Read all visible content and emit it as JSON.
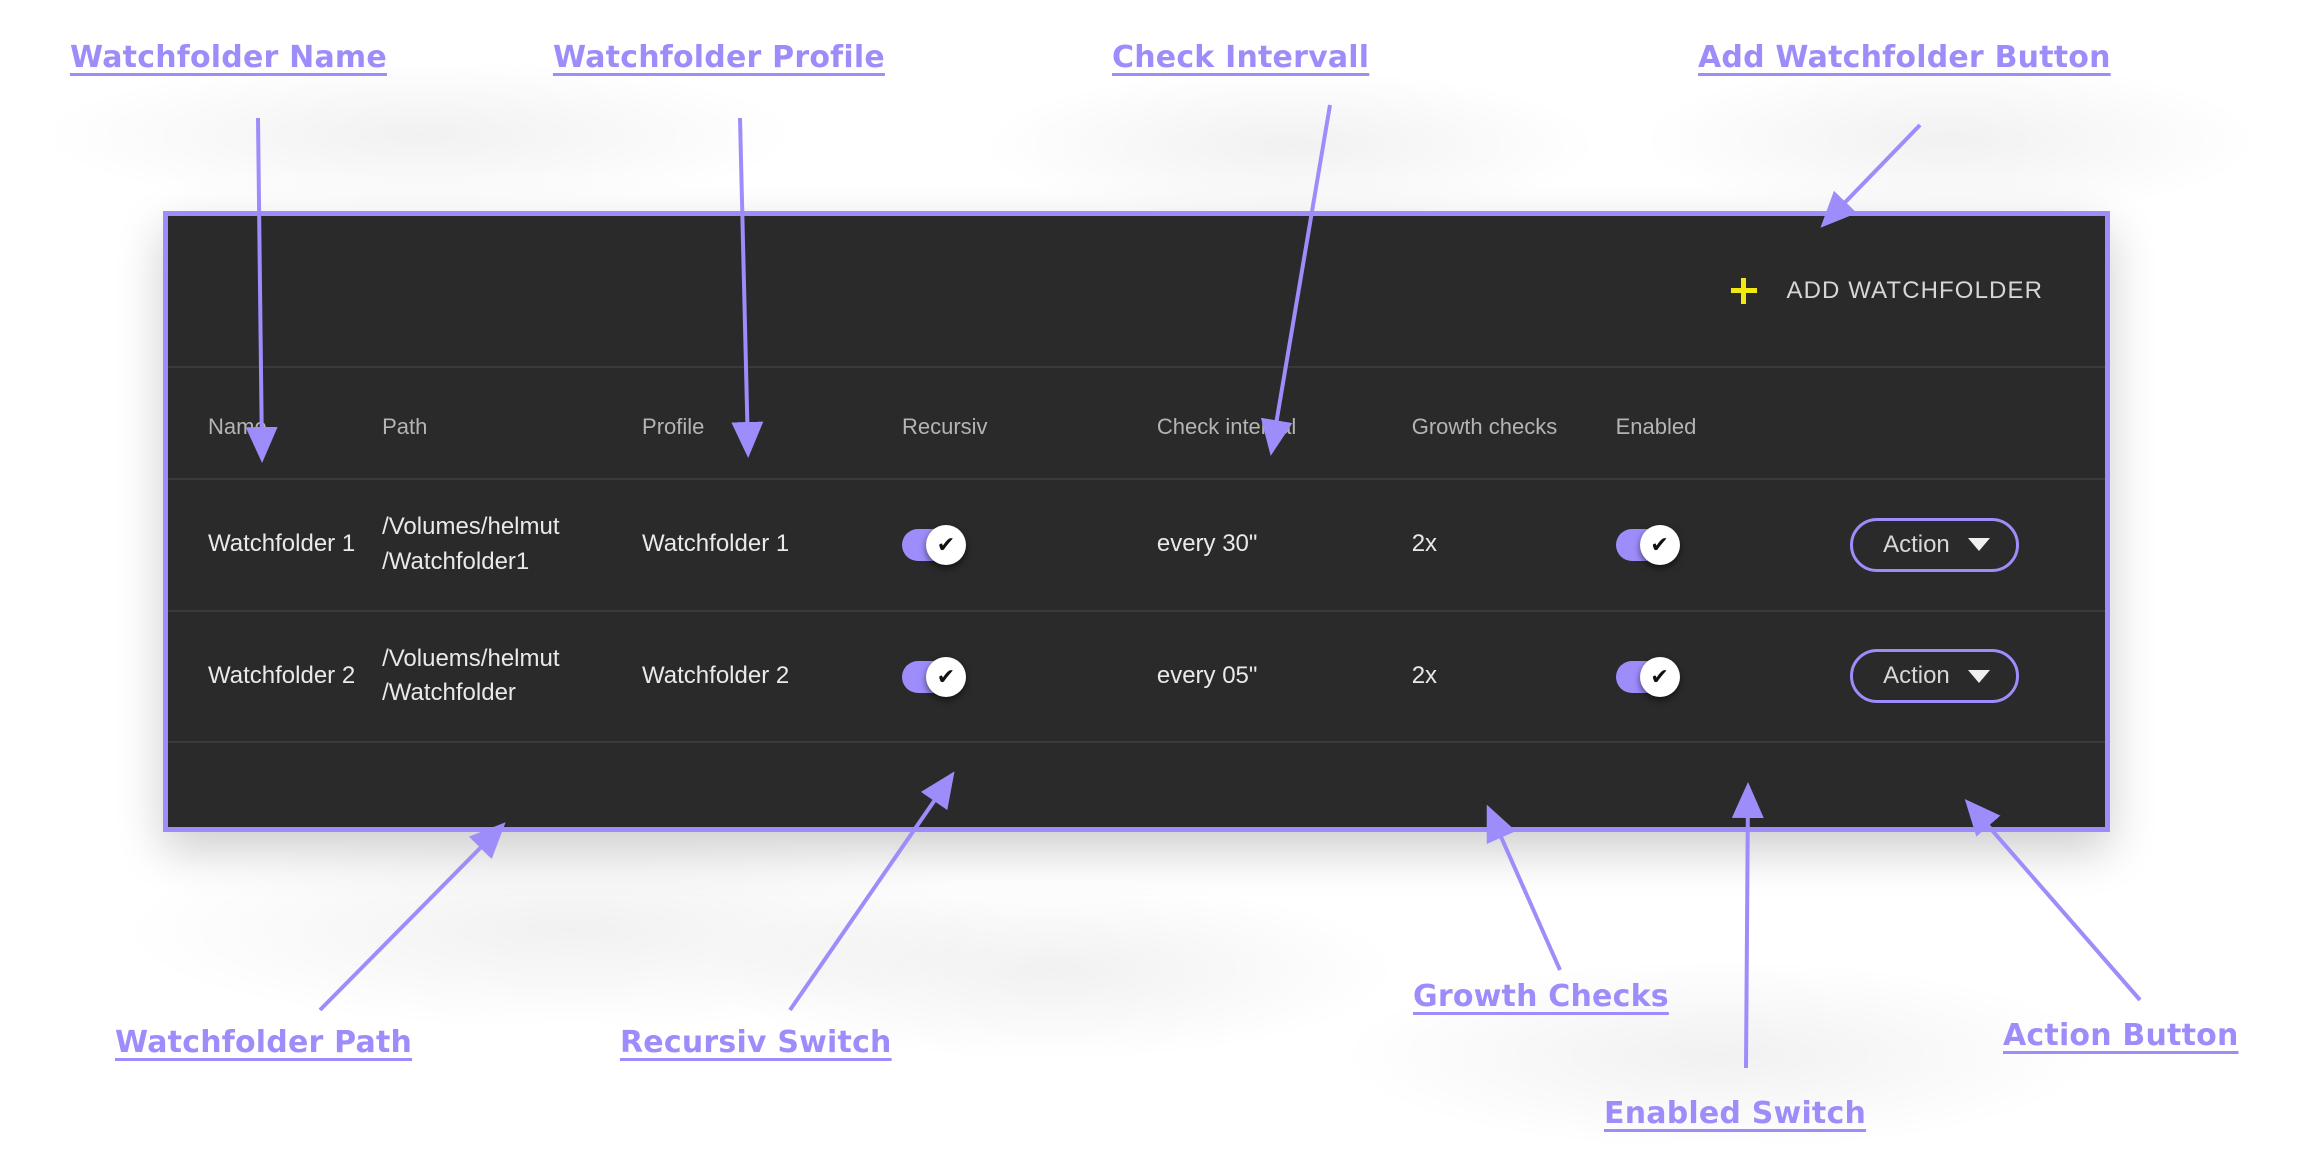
{
  "panel": {
    "toolbar": {
      "add_button_label": "ADD WATCHFOLDER",
      "plus_icon": "plus-icon",
      "plus_color": "#f2e812"
    },
    "table": {
      "headers": [
        "Name",
        "Path",
        "Profile",
        "Recursiv",
        "Check interval",
        "Growth checks",
        "Enabled",
        ""
      ],
      "rows": [
        {
          "name": "Watchfolder 1",
          "path": "/Volumes/helmut\n/Watchfolder1",
          "profile": "Watchfolder 1",
          "recursiv": "on",
          "check_interval": "every 30\"",
          "growth_checks": "2x",
          "enabled": "on",
          "action_label": "Action"
        },
        {
          "name": "Watchfolder 2",
          "path": "/Voluems/helmut\n/Watchfolder",
          "profile": "Watchfolder 2",
          "recursiv": "on",
          "check_interval": "every 05\"",
          "growth_checks": "2x",
          "enabled": "on",
          "action_label": "Action"
        }
      ]
    }
  },
  "annotations": {
    "accent_color": "#9d8dfb",
    "items": [
      {
        "id": "watchfolder-name",
        "label": "Watchfolder Name"
      },
      {
        "id": "watchfolder-profile",
        "label": "Watchfolder Profile"
      },
      {
        "id": "check-intervall",
        "label": "Check Intervall"
      },
      {
        "id": "add-watchfolder-button",
        "label": "Add Watchfolder Button"
      },
      {
        "id": "watchfolder-path",
        "label": "Watchfolder Path"
      },
      {
        "id": "recursiv-switch",
        "label": "Recursiv Switch"
      },
      {
        "id": "growth-checks",
        "label": "Growth Checks"
      },
      {
        "id": "action-button",
        "label": "Action Button"
      },
      {
        "id": "enabled-switch",
        "label": "Enabled Switch"
      }
    ]
  },
  "theme": {
    "panel_bg": "#2a2a2a",
    "panel_border": "#9d8dfb",
    "page_bg": "#ffffff",
    "text_primary": "#e9e9e9",
    "text_muted": "#b4b4b4",
    "switch_on": "#9d8dfb"
  }
}
